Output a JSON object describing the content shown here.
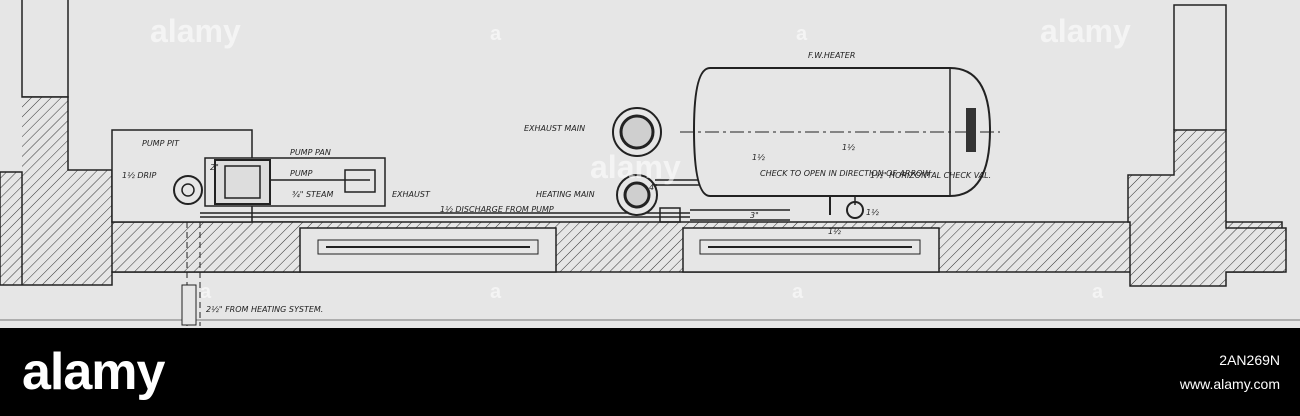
{
  "diagram": {
    "labels": {
      "heater": "F.W.HEATER",
      "pump_pit": "PUMP PIT",
      "pump_pan": "PUMP PAN",
      "pump": "PUMP",
      "drip": "1½ DRIP",
      "steam": "¾\" STEAM",
      "exhaust": "EXHAUST",
      "exhaust_main": "EXHAUST MAIN",
      "heating_main": "HEATING MAIN",
      "discharge": "1½ DISCHARGE FROM PUMP",
      "check_valve_note": "CHECK TO OPEN IN DIRECTION OF ARROW",
      "check_valve": "1½\" HORIZONTAL CHECK VAL.",
      "from_heating": "2½\" FROM HEATING SYSTEM.",
      "size_1_5a": "1½",
      "size_1_5b": "1½",
      "size_1_5c": "1½",
      "size_1_5d": "1½",
      "size_3": "3\"",
      "size_2": "2\"",
      "size_4": "4\""
    }
  },
  "watermark": {
    "text": "alamy",
    "letter": "a"
  },
  "footer": {
    "logo": "alamy",
    "image_id": "2AN269N",
    "url": "www.alamy.com"
  }
}
